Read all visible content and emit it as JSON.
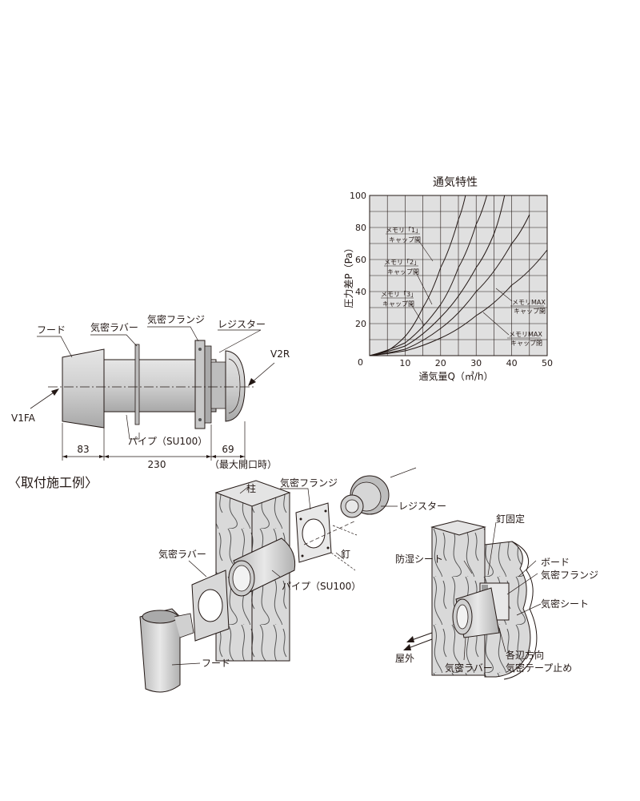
{
  "chart": {
    "title": "通気特性",
    "ylabel": "圧力差P（Pa）",
    "xlabel": "通気量Q（㎥/h）",
    "y_ticks": [
      "100",
      "80",
      "60",
      "40",
      "20",
      "0"
    ],
    "x_ticks": [
      "10",
      "20",
      "30",
      "40",
      "50"
    ],
    "curve_labels": [
      {
        "line1": "メモリ「1」",
        "line2": "キャップ開"
      },
      {
        "line1": "メモリ「2」",
        "line2": "キャップ開"
      },
      {
        "line1": "メモリ「3」",
        "line2": "キャップ開"
      },
      {
        "line1": "メモリMAX",
        "line2": "キャップ開"
      },
      {
        "line1": "メモリMAX",
        "line2": "キャップ閉"
      }
    ]
  },
  "chart_data": {
    "type": "line",
    "title": "通気特性",
    "xlabel": "通気量Q（㎥/h）",
    "ylabel": "圧力差P（Pa）",
    "xlim": [
      0,
      50
    ],
    "ylim": [
      0,
      100
    ],
    "grid": true,
    "series": [
      {
        "name": "メモリ「1」キャップ開",
        "x": [
          0,
          5,
          10,
          15,
          20,
          25,
          27
        ],
        "y": [
          0,
          3,
          12,
          30,
          55,
          85,
          100
        ]
      },
      {
        "name": "メモリ「2」キャップ開",
        "x": [
          0,
          10,
          20,
          25,
          30,
          33
        ],
        "y": [
          0,
          8,
          32,
          55,
          82,
          100
        ]
      },
      {
        "name": "メモリ「3」キャップ開",
        "x": [
          0,
          10,
          20,
          30,
          35,
          38
        ],
        "y": [
          0,
          6,
          24,
          55,
          76,
          100
        ]
      },
      {
        "name": "メモリMAXキャップ開",
        "x": [
          0,
          10,
          20,
          30,
          40,
          45
        ],
        "y": [
          0,
          4,
          17,
          40,
          70,
          88
        ]
      },
      {
        "name": "メモリMAXキャップ閉",
        "x": [
          0,
          10,
          20,
          30,
          40,
          50
        ],
        "y": [
          0,
          3,
          11,
          25,
          44,
          66
        ]
      }
    ]
  },
  "diagram": {
    "labels": {
      "hood": "フード",
      "rubber": "気密ラバー",
      "flange": "気密フランジ",
      "register": "レジスター",
      "v2r": "V2R",
      "v1fa": "V1FA",
      "pipe": "パイプ（SU100）",
      "max_open": "（最大開口時）"
    },
    "dims": {
      "d1": "83",
      "d2": "230",
      "d3": "69"
    }
  },
  "install": {
    "heading": "〈取付施工例〉",
    "labels": {
      "pillar": "柱",
      "flange": "気密フランジ",
      "register": "レジスター",
      "nail": "釘",
      "rubber": "気密ラバー",
      "pipe": "パイプ（SU100）",
      "hood": "フード",
      "nail_fix": "釘固定",
      "moisture": "防湿シート",
      "board": "ボード",
      "flange2": "気密フランジ",
      "sheet": "気密シート",
      "outside": "屋外",
      "rubber2": "気密ラバー",
      "tape1": "各辺方向",
      "tape2": "気密テープ止め"
    }
  }
}
